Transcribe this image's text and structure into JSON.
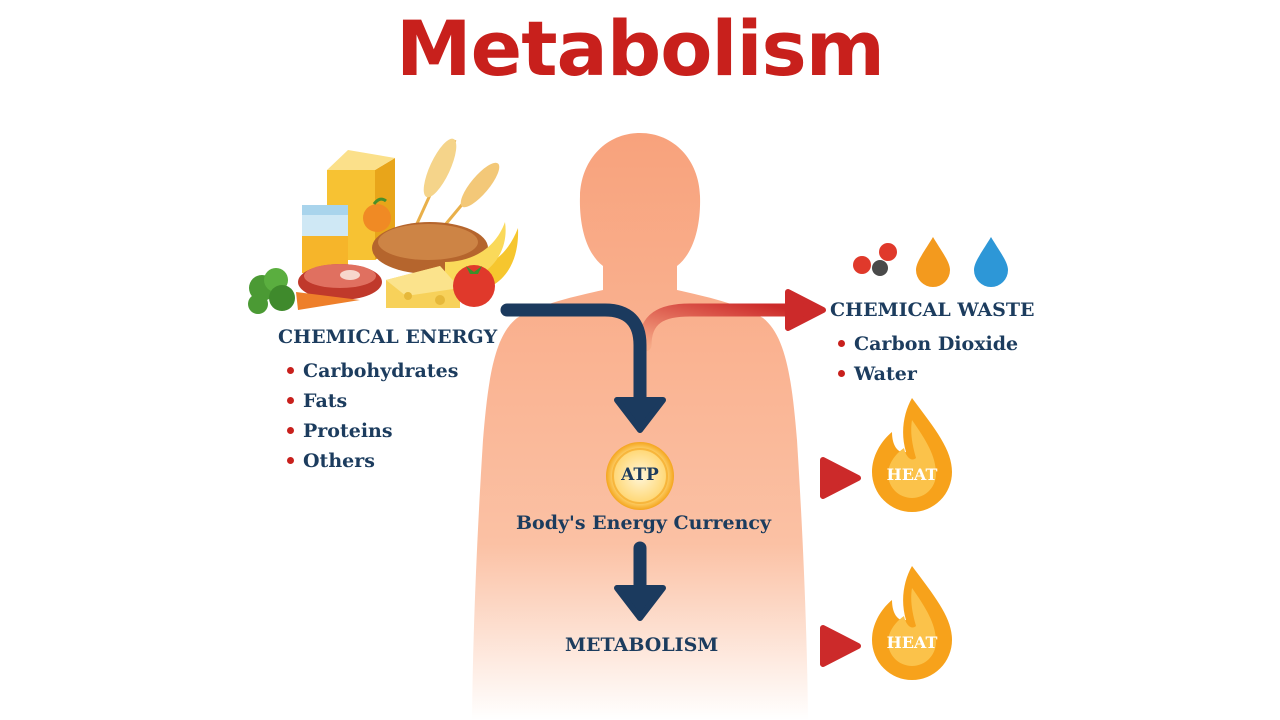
{
  "title": "Metabolism",
  "input": {
    "heading": "CHEMICAL ENERGY",
    "items": [
      "Carbohydrates",
      "Fats",
      "Proteins",
      "Others"
    ]
  },
  "waste": {
    "heading": "CHEMICAL WASTE",
    "items": [
      "Carbon Dioxide",
      "Water"
    ]
  },
  "atp": {
    "label": "ATP",
    "caption": "Body's Energy Currency"
  },
  "metabolism_label": "METABOLISM",
  "heat_labels": [
    "HEAT",
    "HEAT"
  ],
  "icons": [
    "food-icon",
    "co2-molecule-icon",
    "orange-drop-icon",
    "water-drop-icon",
    "flame-icon"
  ],
  "colors": {
    "title": "#c8201c",
    "navy": "#1c3c5e",
    "body": "#f8a47e",
    "red_arrow": "#cc2a2a",
    "flame": "#f7a21b"
  }
}
